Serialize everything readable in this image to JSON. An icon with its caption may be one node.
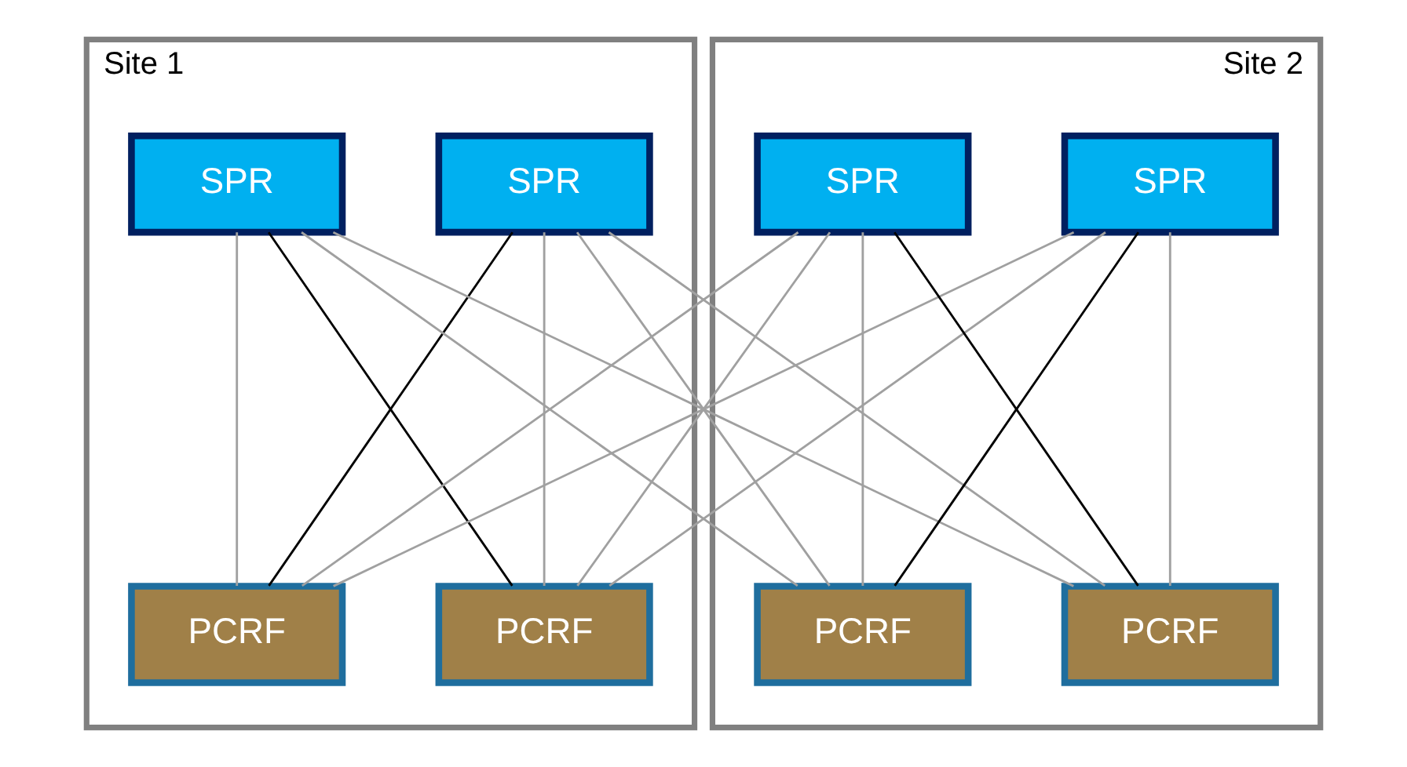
{
  "diagram": {
    "nodes": [
      {
        "text": [
          "Site 1"
        ]
      },
      {
        "text": [
          "SPR"
        ],
        "in": 0
      },
      {
        "text": [
          "SPR"
        ],
        "in": 0
      },
      {
        "text": [
          "PCRF"
        ],
        "in": 0
      },
      {
        "text": [
          "PCRF"
        ],
        "in": 0
      },
      {
        "text": [
          "Site 2"
        ]
      },
      {
        "text": [
          "SPR"
        ],
        "in": 5
      },
      {
        "text": [
          "SPR"
        ],
        "in": 5
      },
      {
        "text": [
          "PCRF"
        ],
        "in": 5
      },
      {
        "text": [
          "PCRF"
        ],
        "in": 5
      }
    ],
    "edges": [
      {
        "from": 1,
        "to": 3,
        "arrow": "none",
        "color": "#000000"
      },
      {
        "from": 1,
        "to": 4,
        "arrow": "none"
      },
      {
        "from": 1,
        "to": 8,
        "arrow": "none"
      },
      {
        "from": 1,
        "to": 9,
        "arrow": "none"
      },
      {
        "from": 2,
        "to": 3,
        "arrow": "none"
      },
      {
        "from": 2,
        "to": 4,
        "arrow": "none",
        "color": "#000000"
      },
      {
        "from": 2,
        "to": 8,
        "arrow": "none"
      },
      {
        "from": 2,
        "to": 9,
        "arrow": "none"
      },
      {
        "from": 6,
        "to": 3,
        "arrow": "none"
      },
      {
        "from": 6,
        "to": 4,
        "arrow": "none"
      },
      {
        "from": 6,
        "to": 8,
        "arrow": "none",
        "color": "#000000"
      },
      {
        "from": 6,
        "to": 9,
        "arrow": "none"
      },
      {
        "from": 7,
        "to": 3,
        "arrow": "none"
      },
      {
        "from": 7,
        "to": 4,
        "arrow": "none"
      },
      {
        "from": 7,
        "to": 8,
        "arrow": "none"
      },
      {
        "from": 7,
        "to": 9,
        "arrow": "none",
        "color": "#000000"
      }
    ]
  }
}
